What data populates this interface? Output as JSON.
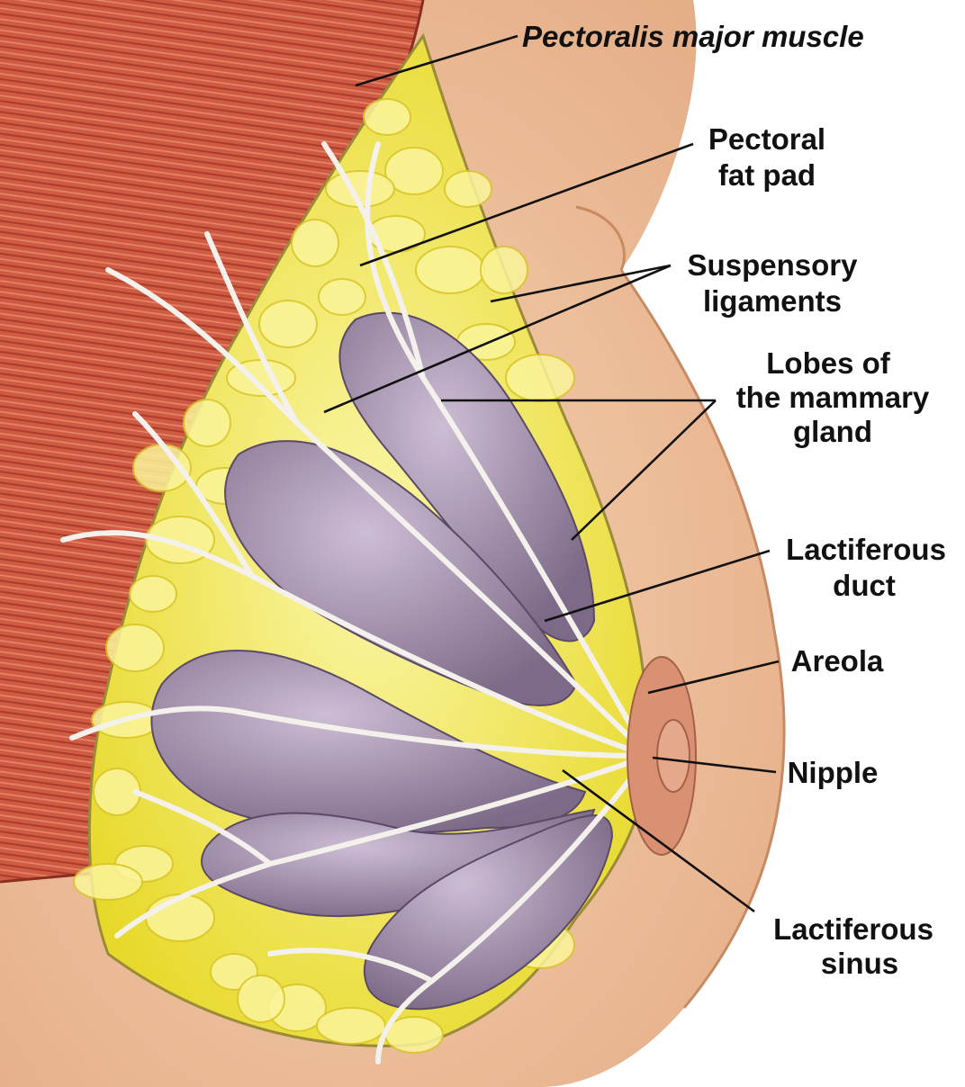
{
  "labels": {
    "pectoralis": "Pectoralis major muscle",
    "fat_pad_line1": "Pectoral",
    "fat_pad_line2": "fat pad",
    "ligaments_line1": "Suspensory",
    "ligaments_line2": "ligaments",
    "lobes_line1": "Lobes of",
    "lobes_line2": "the mammary",
    "lobes_line3": "gland",
    "duct_line1": "Lactiferous",
    "duct_line2": "duct",
    "areola": "Areola",
    "nipple": "Nipple",
    "sinus_line1": "Lactiferous",
    "sinus_line2": "sinus"
  },
  "colors": {
    "skin": "#f2c7a2",
    "skin_shadow": "#dfa27a",
    "muscle": "#cf5b43",
    "muscle_stripe": "#a93d2c",
    "fat": "#f2ea3a",
    "fat_highlight": "#fbf6a8",
    "gland": "#9d8aa6",
    "gland_light": "#c7b7cf",
    "gland_dark": "#6f5e7a",
    "ligament": "#f4f1ec",
    "label": "#111111"
  }
}
